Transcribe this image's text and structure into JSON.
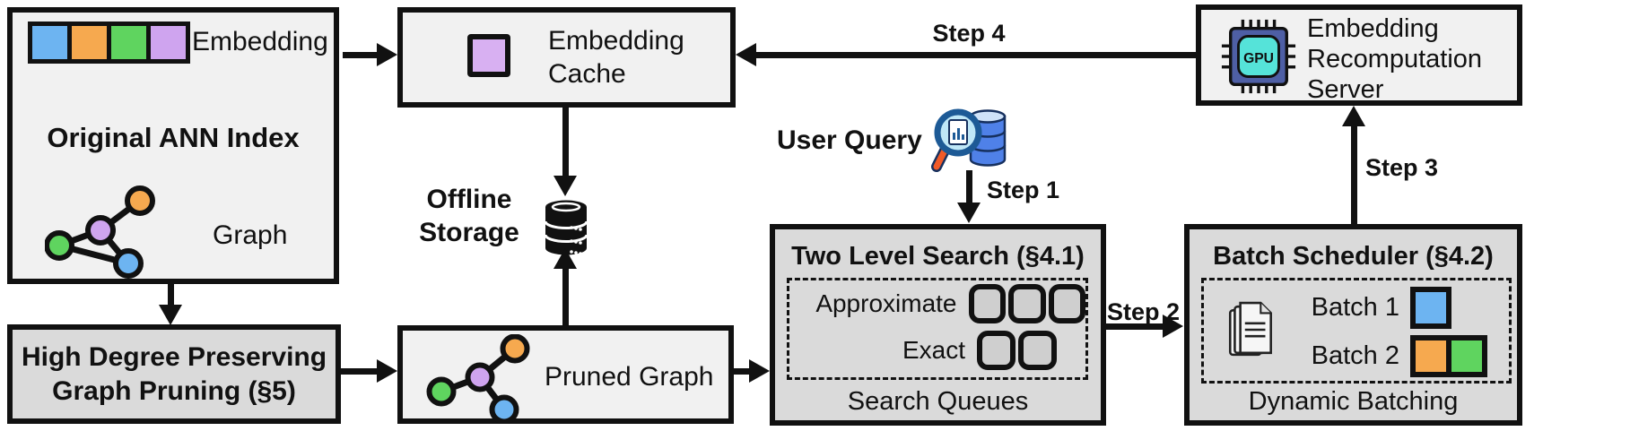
{
  "boxes": {
    "ann_index": {
      "embedding_label": "Embedding",
      "title": "Original ANN Index",
      "graph_label": "Graph"
    },
    "embedding_cache": {
      "line1": "Embedding",
      "line2": "Cache"
    },
    "recomputation_server": {
      "line1": "Embedding",
      "line2": "Recomputation",
      "line3": "Server",
      "gpu_label": "GPU"
    },
    "offline_storage": {
      "line1": "Offline",
      "line2": "Storage"
    },
    "high_degree_pruning": {
      "line1": "High Degree Preserving",
      "line2": "Graph Pruning (§5)"
    },
    "pruned_graph": {
      "label": "Pruned Graph"
    },
    "two_level_search": {
      "title": "Two Level Search (§4.1)",
      "approximate_label": "Approximate",
      "exact_label": "Exact",
      "approximate_queue_count": 3,
      "exact_queue_count": 2,
      "caption": "Search Queues"
    },
    "batch_scheduler": {
      "title": "Batch Scheduler (§4.2)",
      "batch1_label": "Batch 1",
      "batch2_label": "Batch 2",
      "caption": "Dynamic Batching"
    }
  },
  "flow_labels": {
    "user_query": "User Query",
    "step1": "Step 1",
    "step2": "Step 2",
    "step3": "Step 3",
    "step4": "Step 4"
  },
  "icons": {
    "embedding_strip": "four colored squares: blue, orange, green, purple",
    "graph_icon": "4-node graph (orange, purple, green, blue)",
    "pruned_graph_icon": "4-node graph with pruned edges",
    "database_icon": "black cylinder stack",
    "query_magnifier_icon": "magnifier with document over blue database",
    "gpu_chip_icon": "chip labeled GPU",
    "documents_icon": "stacked pages"
  },
  "colors": {
    "node_blue": "#6db4f1",
    "node_orange": "#f6a94f",
    "node_green": "#5fd45f",
    "node_purple": "#cfa4ef",
    "cache_purple": "#d8b0f2",
    "box_light": "#f1f1f1",
    "box_dark": "#dadada",
    "queue_fill": "#cfcfcf",
    "gpu_body": "#4e5fa5",
    "gpu_core": "#55e3d9",
    "magnifier_handle": "#f05a28",
    "outline": "#111111"
  }
}
